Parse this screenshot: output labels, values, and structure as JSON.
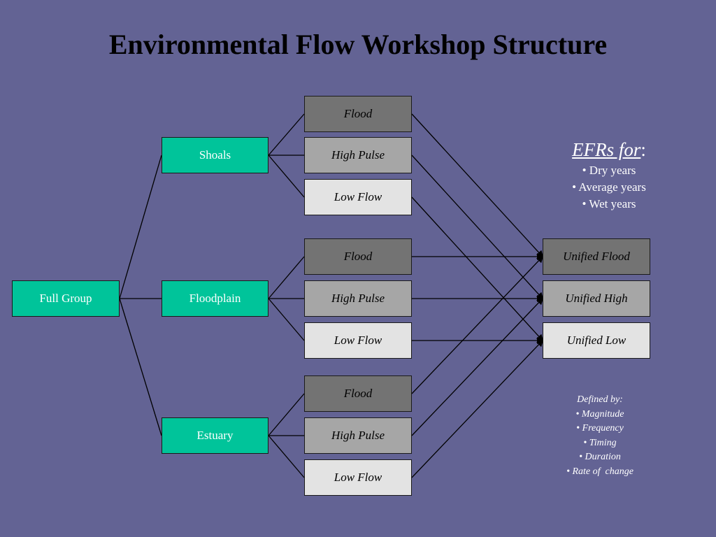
{
  "title": "Environmental Flow Workshop Structure",
  "root": {
    "label": "Full Group"
  },
  "groups": [
    {
      "label": "Shoals",
      "flows": [
        "Flood",
        "High Pulse",
        "Low Flow"
      ]
    },
    {
      "label": "Floodplain",
      "flows": [
        "Flood",
        "High Pulse",
        "Low Flow"
      ]
    },
    {
      "label": "Estuary",
      "flows": [
        "Flood",
        "High Pulse",
        "Low Flow"
      ]
    }
  ],
  "unified": [
    "Unified Flood",
    "Unified High",
    "Unified Low"
  ],
  "efrs": {
    "heading": "EFRs for",
    "colon": ":",
    "items": [
      "• Dry years",
      "• Average years",
      "• Wet years"
    ]
  },
  "defined_by": {
    "heading": "Defined by:",
    "items": [
      "• Magnitude",
      "• Frequency",
      "• Timing",
      "• Duration",
      "• Rate of  change"
    ]
  },
  "colors": {
    "background": "#636394",
    "group_box": "#00c49a",
    "flood_box": "#737373",
    "high_pulse_box": "#a6a6a6",
    "low_flow_box": "#e3e3e3"
  }
}
